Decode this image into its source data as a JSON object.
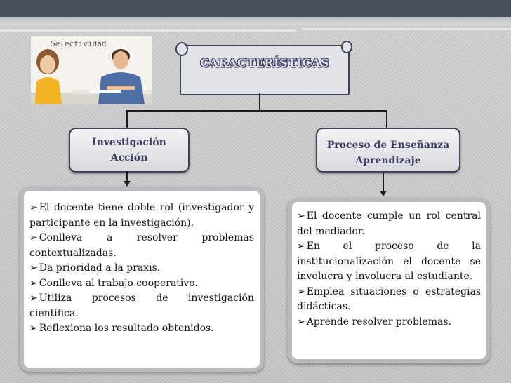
{
  "photo": {
    "caption": "Selectividad"
  },
  "title": "CARACTERÍSTICAS",
  "categories": {
    "left": {
      "line1": "Investigación",
      "line2": "Acción"
    },
    "right": {
      "line1": "Proceso de Enseñanza",
      "line2": "Aprendizaje"
    }
  },
  "left_items": [
    "El docente tiene doble rol (investigador y participante en la investigación).",
    "Conlleva a resolver problemas contextualizadas.",
    "Da prioridad a la praxis.",
    "Conlleva al trabajo cooperativo.",
    "Utiliza procesos de investigación científica.",
    "Reflexiona los resultado obtenidos."
  ],
  "right_items": [
    "El docente cumple un rol central del mediador.",
    "En el proceso de la institucionalización el docente se involucra y involucra al estudiante.",
    "Emplea situaciones o estrategias didácticas.",
    "Aprende resolver problemas."
  ]
}
